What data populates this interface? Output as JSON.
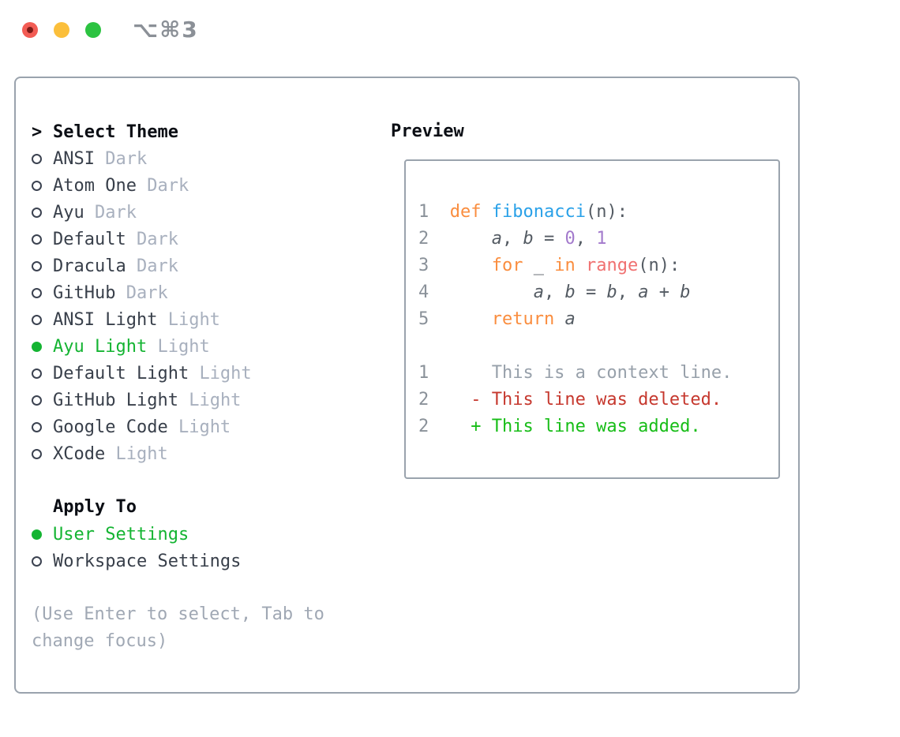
{
  "window": {
    "title": "⌥⌘3",
    "traffic_lights": [
      "close",
      "minimize",
      "zoom"
    ]
  },
  "theme_panel": {
    "header_marker": ">",
    "header": "Select Theme",
    "themes": [
      {
        "name": "ANSI",
        "variant": "Dark",
        "selected": false
      },
      {
        "name": "Atom One",
        "variant": "Dark",
        "selected": false
      },
      {
        "name": "Ayu",
        "variant": "Dark",
        "selected": false
      },
      {
        "name": "Default",
        "variant": "Dark",
        "selected": false
      },
      {
        "name": "Dracula",
        "variant": "Dark",
        "selected": false
      },
      {
        "name": "GitHub",
        "variant": "Dark",
        "selected": false
      },
      {
        "name": "ANSI Light",
        "variant": "Light",
        "selected": false
      },
      {
        "name": "Ayu Light",
        "variant": "Light",
        "selected": true
      },
      {
        "name": "Default Light",
        "variant": "Light",
        "selected": false
      },
      {
        "name": "GitHub Light",
        "variant": "Light",
        "selected": false
      },
      {
        "name": "Google Code",
        "variant": "Light",
        "selected": false
      },
      {
        "name": "XCode",
        "variant": "Light",
        "selected": false
      }
    ],
    "apply_to": {
      "label": "Apply To",
      "options": [
        {
          "name": "User Settings",
          "selected": true
        },
        {
          "name": "Workspace Settings",
          "selected": false
        }
      ]
    },
    "help": "(Use Enter to select, Tab to change focus)"
  },
  "preview_panel": {
    "header": "Preview",
    "code_lines": [
      {
        "num": "1",
        "tokens": [
          {
            "t": " ",
            "c": "fg"
          },
          {
            "t": "def",
            "c": "keyword"
          },
          {
            "t": " ",
            "c": "fg"
          },
          {
            "t": "fibonacci",
            "c": "function"
          },
          {
            "t": "(n):",
            "c": "fg"
          }
        ]
      },
      {
        "num": "2",
        "tokens": [
          {
            "t": "     ",
            "c": "fg"
          },
          {
            "t": "a",
            "c": "var"
          },
          {
            "t": ", ",
            "c": "fg"
          },
          {
            "t": "b",
            "c": "var"
          },
          {
            "t": " = ",
            "c": "fg"
          },
          {
            "t": "0",
            "c": "number"
          },
          {
            "t": ", ",
            "c": "fg"
          },
          {
            "t": "1",
            "c": "number"
          }
        ]
      },
      {
        "num": "3",
        "tokens": [
          {
            "t": "     ",
            "c": "fg"
          },
          {
            "t": "for",
            "c": "keyword"
          },
          {
            "t": " _ ",
            "c": "fg"
          },
          {
            "t": "in",
            "c": "keyword"
          },
          {
            "t": " ",
            "c": "fg"
          },
          {
            "t": "range",
            "c": "builtin"
          },
          {
            "t": "(n):",
            "c": "fg"
          }
        ]
      },
      {
        "num": "4",
        "tokens": [
          {
            "t": "         ",
            "c": "fg"
          },
          {
            "t": "a",
            "c": "var"
          },
          {
            "t": ", ",
            "c": "fg"
          },
          {
            "t": "b",
            "c": "var"
          },
          {
            "t": " = ",
            "c": "fg"
          },
          {
            "t": "b",
            "c": "var"
          },
          {
            "t": ", ",
            "c": "fg"
          },
          {
            "t": "a",
            "c": "var"
          },
          {
            "t": " + ",
            "c": "fg"
          },
          {
            "t": "b",
            "c": "var"
          }
        ]
      },
      {
        "num": "5",
        "tokens": [
          {
            "t": "     ",
            "c": "fg"
          },
          {
            "t": "return",
            "c": "keyword"
          },
          {
            "t": " ",
            "c": "fg"
          },
          {
            "t": "a",
            "c": "var"
          }
        ]
      }
    ],
    "diff_lines": [
      {
        "num": "1",
        "kind": "context",
        "text": "     This is a context line."
      },
      {
        "num": "2",
        "kind": "removed",
        "text": "   - This line was deleted."
      },
      {
        "num": "2",
        "kind": "added",
        "text": "   + This line was added."
      }
    ]
  },
  "colors": {
    "accent_selected_green": "#14b432",
    "diff_added": "#17bd17",
    "diff_removed": "#c6382e",
    "diff_context": "#97a0aa",
    "syntax_keyword_orange": "#fa8d3e",
    "syntax_function_blue": "#2aa1e8",
    "syntax_number_purple": "#a37acc",
    "syntax_builtin_red": "#f07171",
    "code_foreground": "#545b63",
    "line_number_gray": "#8a9199",
    "panel_border_gray": "#9aa3ad",
    "muted_label_gray": "#a8b0be",
    "traffic_red": "#f25c54",
    "traffic_yellow": "#fbbf3b",
    "traffic_green": "#2cc341"
  }
}
